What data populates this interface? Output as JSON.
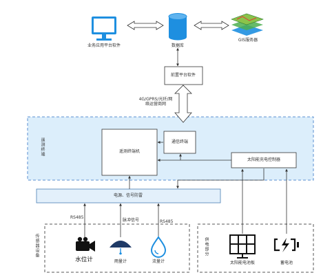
{
  "nodes": {
    "platform_software": "业务应用平台软件",
    "database": "数据库",
    "gis_server": "GIS服务器",
    "frontend_software": "前置平台软件",
    "network": "4G/GPRS/光纤/网\n络运营商网",
    "monitor_terminal_group": "遥测终端",
    "terminal_unit": "遥测终端机",
    "comm_terminal": "通信终端",
    "solar_controller": "太阳能充电控制器",
    "power_signal": "电源、信号防雷",
    "sensor_group": "传感器设备",
    "water_level": "水位计",
    "rain_gauge": "雨量计",
    "flow_meter": "流量计",
    "power_group": "供电部分",
    "solar_panel": "太阳能电池板",
    "battery": "蓄电池"
  },
  "edges": {
    "rs485_left": "RS485",
    "pulse": "脉冲信号",
    "rs485_right": "RS485"
  },
  "colors": {
    "accent": "#1e8fe0",
    "region_fill": "#dceefb",
    "box_border": "#4a7fb5"
  },
  "icons": [
    "monitor-icon",
    "database-icon",
    "gis-layers-icon",
    "camera-icon",
    "umbrella-icon",
    "water-drop-icon",
    "solar-panel-icon",
    "battery-icon"
  ]
}
